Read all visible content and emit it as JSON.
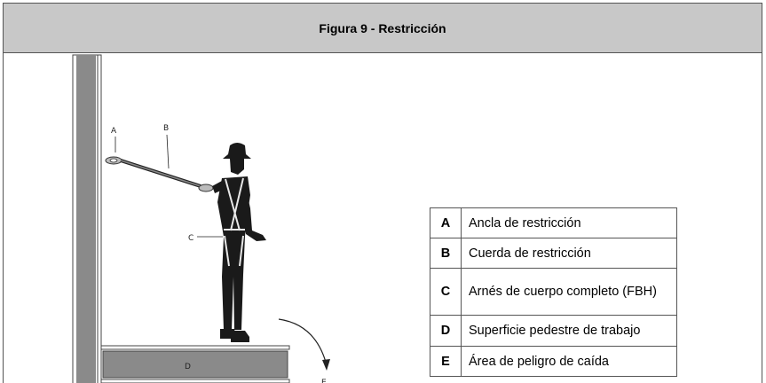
{
  "figure": {
    "title": "Figura 9 - Restricción"
  },
  "diagram_labels": {
    "a": "A",
    "b": "B",
    "c": "C",
    "d": "D",
    "e": "E"
  },
  "legend": [
    {
      "key": "A",
      "text": "Ancla de restricción"
    },
    {
      "key": "B",
      "text": "Cuerda de restricción"
    },
    {
      "key": "C",
      "text": "Arnés de cuerpo completo (FBH)"
    },
    {
      "key": "D",
      "text": "Superficie pedestre de trabajo"
    },
    {
      "key": "E",
      "text": "Área de peligro de caída"
    }
  ],
  "colors": {
    "header_bg": "#c8c8c8",
    "wall": "#8a8a8a",
    "figure": "#1a1a1a"
  }
}
